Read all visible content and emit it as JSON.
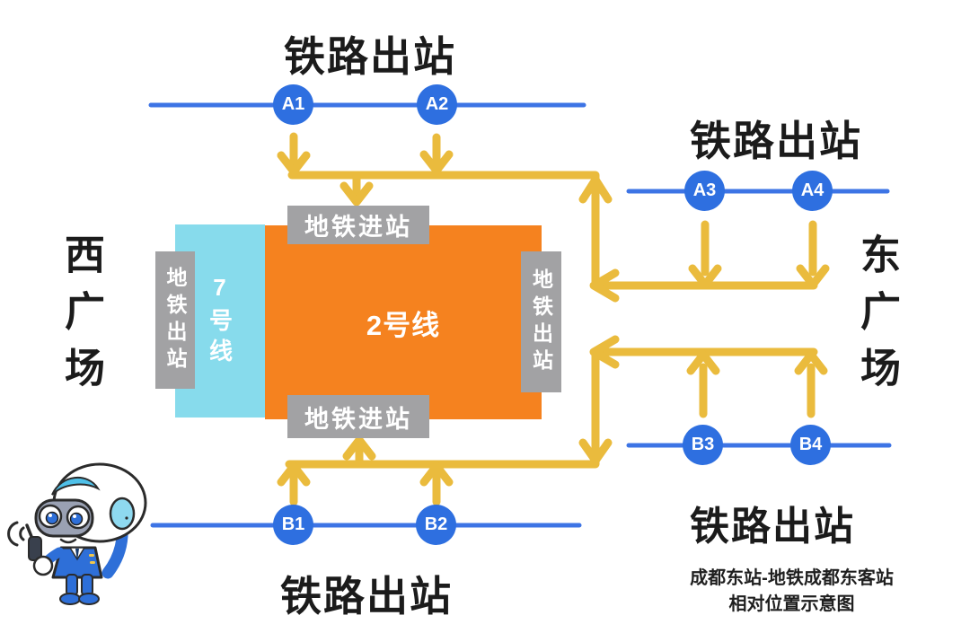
{
  "diagram": {
    "titles": {
      "top": "铁路出站",
      "right": "铁路出站",
      "bottom": "铁路出站",
      "bottom_right": "铁路出站"
    },
    "plazas": {
      "west": "西广场",
      "east": "东广场"
    },
    "lines": {
      "line2": "2号线",
      "line7": "7号线"
    },
    "gates": {
      "entry_top": "地铁进站",
      "entry_bottom": "地铁进站",
      "exit_left": "地铁出站",
      "exit_right": "地铁出站"
    },
    "exits": [
      "A1",
      "A2",
      "A3",
      "A4",
      "B1",
      "B2",
      "B3",
      "B4"
    ],
    "caption": {
      "line1": "成都东站-地铁成都东客站",
      "line2": "相对位置示意图"
    },
    "colors": {
      "line2_orange": "#f5821f",
      "line7_cyan": "#87dbec",
      "gate_gray": "#a2a2a4",
      "exit_circle_blue": "#2e6fe0",
      "rail_line_blue": "#3d74e5",
      "flow_arrow_yellow": "#eabb3d",
      "text_black": "#1b1b1b"
    },
    "icons": {
      "mascot": "metro-staff-robot-mascot"
    }
  }
}
